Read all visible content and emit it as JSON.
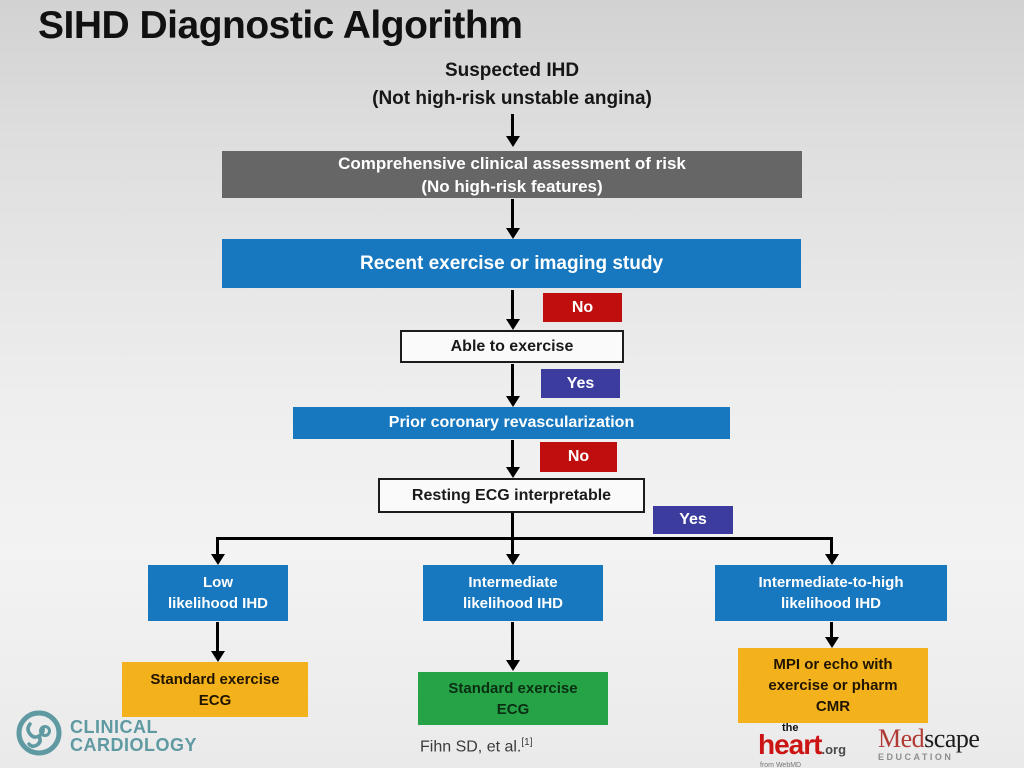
{
  "title": "SIHD Diagnostic Algorithm",
  "flow": {
    "start_line1": "Suspected IHD",
    "start_line2": "(Not high-risk unstable angina)",
    "assessment_line1": "Comprehensive clinical assessment of risk",
    "assessment_line2": "(No high-risk features)",
    "recent_study": "Recent exercise or imaging study",
    "decision_able": "Able to exercise",
    "decision_able_no": "No",
    "decision_able_yes": "Yes",
    "prior_revasc": "Prior coronary revascularization",
    "decision_ecg": "Resting ECG interpretable",
    "decision_ecg_no": "No",
    "decision_ecg_yes": "Yes",
    "branch_low_line1": "Low",
    "branch_low_line2": "likelihood IHD",
    "branch_mid_line1": "Intermediate",
    "branch_mid_line2": "likelihood IHD",
    "branch_high_line1": "Intermediate-to-high",
    "branch_high_line2": "likelihood IHD",
    "outcome_low_line1": "Standard exercise",
    "outcome_low_line2": "ECG",
    "outcome_mid_line1": "Standard exercise",
    "outcome_mid_line2": "ECG",
    "outcome_high_line1": "MPI or echo with",
    "outcome_high_line2": "exercise or pharm",
    "outcome_high_line3": "CMR"
  },
  "footer": {
    "citation": "Fihn SD, et al.",
    "citation_ref": "[1]"
  },
  "logos": {
    "clinical_line1": "CLINICAL",
    "clinical_line2": "CARDIOLOGY",
    "heart_the": "the",
    "heart_main": "heart",
    "heart_org": ".org",
    "heart_sub": "from WebMD",
    "medscape_red": "Med",
    "medscape_black": "scape",
    "medscape_sub": "EDUCATION"
  },
  "colors": {
    "process_blue": "#1878bf",
    "assessment_gray": "#666667",
    "no_red": "#c00d0d",
    "yes_purple": "#3b3c9d",
    "outcome_yellow": "#f3b11c",
    "outcome_green": "#27a347",
    "logo_teal": "#5f9aa3",
    "heart_red": "#cc1414",
    "medscape_red": "#b03a34"
  }
}
